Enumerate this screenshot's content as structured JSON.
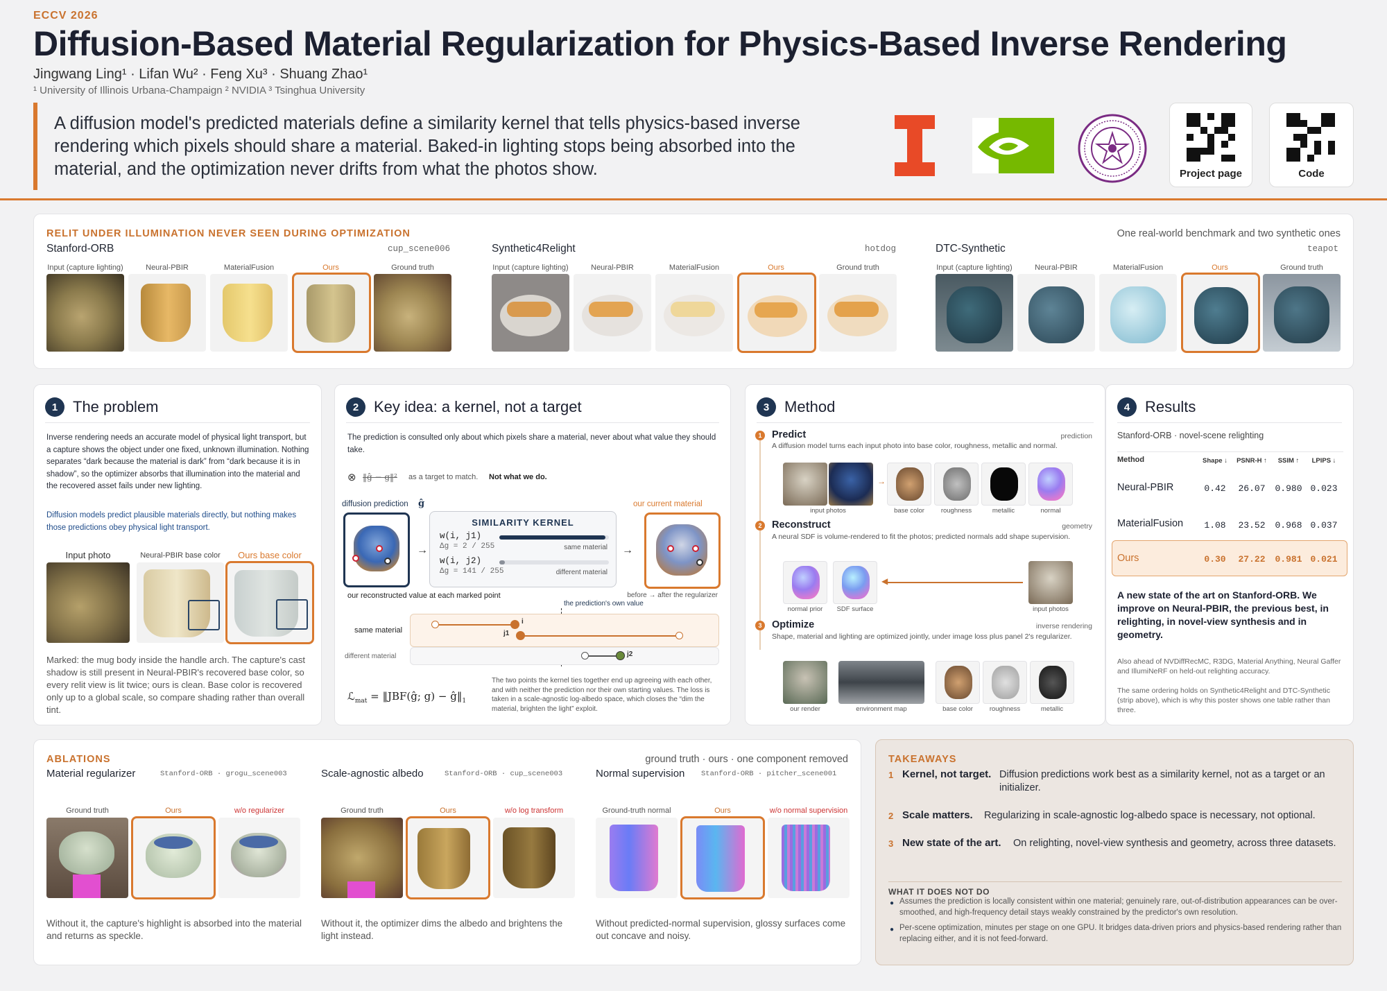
{
  "header": {
    "venue": "ECCV 2026",
    "title": "Diffusion-Based Material Regularization for Physics-Based Inverse Rendering",
    "authors": "Jingwang Ling¹ · Lifan Wu² · Feng Xu³ · Shuang Zhao¹",
    "affiliations": "¹ University of Illinois Urbana-Champaign   ² NVIDIA   ³ Tsinghua University",
    "summary": "A diffusion model's predicted materials define a similarity kernel that tells physics-based inverse rendering which pixels should share a material. Baked-in lighting stops being absorbed into the material, and the optimization never drifts from what the photos show.",
    "qr_project": "Project page",
    "qr_code": "Code",
    "colors": {
      "accent": "#d9792e",
      "navy": "#1f3552",
      "illinois": "#e84a27",
      "nvidia": "#76b900",
      "tsinghua": "#7a2b83"
    }
  },
  "strip": {
    "kicker": "RELIT UNDER ILLUMINATION NEVER SEEN DURING OPTIMIZATION",
    "note": "One real-world benchmark and two synthetic ones",
    "datasets": [
      {
        "name": "Stanford-ORB",
        "scene": "cup_scene006"
      },
      {
        "name": "Synthetic4Relight",
        "scene": "hotdog"
      },
      {
        "name": "DTC-Synthetic",
        "scene": "teapot"
      }
    ],
    "columns": [
      "Input (capture lighting)",
      "Neural-PBIR",
      "MaterialFusion",
      "Ours",
      "Ground truth"
    ]
  },
  "problem": {
    "num": "1",
    "title": "The problem",
    "p1": "Inverse rendering needs an accurate model of physical light transport, but a capture shows the object under one fixed, unknown illumination. Nothing separates “dark because the material is dark” from “dark because it is in shadow”, so the optimizer absorbs that illumination into the material and the recovered asset fails under new lighting.",
    "p2": "Diffusion models predict plausible materials directly, but nothing makes those predictions obey physical light transport.",
    "labels": [
      "Input photo",
      "Neural-PBIR base color",
      "Ours base color"
    ],
    "caption": "Marked: the mug body inside the handle arch. The capture's cast shadow is still present in Neural-PBIR's recovered base color, so every relit view is lit twice; ours is clean. Base color is recovered only up to a global scale, so compare shading rather than overall tint."
  },
  "keyidea": {
    "num": "2",
    "title": "Key idea: a kernel, not a target",
    "intro": "The prediction is consulted only about which pixels share a material, never about what value they should take.",
    "not_target": "as a target to match.",
    "not_what": "Not what we do.",
    "diffusion_label": "diffusion prediction",
    "current_label": "our current material",
    "kernel_title": "SIMILARITY KERNEL",
    "w1": "w(i, j1)",
    "dg1": "Δg = 2 / 255",
    "same": "same material",
    "w2": "w(i, j2)",
    "dg2": "Δg = 141 / 255",
    "different": "different material",
    "reconstructed": "our reconstructed value at each marked point",
    "before_after": "before → after the regularizer",
    "own_value": "the prediction's own value",
    "row_same": "same material",
    "row_diff": "different material",
    "pt_i": "i",
    "pt_j1": "j1",
    "pt_j2": "j2",
    "caption": "The two points the kernel ties together end up agreeing with each other, and with neither the prediction nor their own starting values. The loss is taken in a scale-agnostic log-albedo space, which closes the “dim the material, brighten the light” exploit.",
    "kernel_values": [
      0.97,
      0.05
    ]
  },
  "method": {
    "num": "3",
    "title": "Method",
    "steps": [
      {
        "n": "1",
        "name": "Predict",
        "tag": "prediction",
        "desc": "A diffusion model turns each input photo into base color, roughness, metallic and normal.",
        "labels": [
          "input photos",
          "base color",
          "roughness",
          "metallic",
          "normal"
        ]
      },
      {
        "n": "2",
        "name": "Reconstruct",
        "tag": "geometry",
        "desc": "A neural SDF is volume-rendered to fit the photos; predicted normals add shape supervision.",
        "labels": [
          "normal prior",
          "SDF surface",
          "input photos"
        ]
      },
      {
        "n": "3",
        "name": "Optimize",
        "tag": "inverse rendering",
        "desc": "Shape, material and lighting are optimized jointly, under image loss plus panel 2's regularizer.",
        "labels": [
          "our render",
          "environment map",
          "base color",
          "roughness",
          "metallic"
        ]
      }
    ]
  },
  "results": {
    "num": "4",
    "title": "Results",
    "subtitle": "Stanford-ORB · novel-scene relighting",
    "headers": [
      "Method",
      "Shape ↓",
      "PSNR-H ↑",
      "SSIM ↑",
      "LPIPS ↓"
    ],
    "rows": [
      {
        "method": "Neural-PBIR",
        "shape": "0.42",
        "psnr": "26.07",
        "ssim": "0.980",
        "lpips": "0.023"
      },
      {
        "method": "MaterialFusion",
        "shape": "1.08",
        "psnr": "23.52",
        "ssim": "0.968",
        "lpips": "0.037"
      },
      {
        "method": "Ours",
        "shape": "0.30",
        "psnr": "27.22",
        "ssim": "0.981",
        "lpips": "0.021"
      }
    ],
    "claim": "A new state of the art on Stanford-ORB. We improve on Neural-PBIR, the previous best, in relighting, in novel-view synthesis and in geometry.",
    "note1": "Also ahead of NVDiffRecMC, R3DG, Material Anything, Neural Gaffer and IllumiNeRF on held-out relighting accuracy.",
    "note2": "The same ordering holds on Synthetic4Relight and DTC-Synthetic (strip above), which is why this poster shows one table rather than three."
  },
  "ablations": {
    "kicker": "ABLATIONS",
    "note": "ground truth · ours · one component removed",
    "items": [
      {
        "title": "Material regularizer",
        "scene": "Stanford-ORB · grogu_scene003",
        "labels": [
          "Ground truth",
          "Ours",
          "w/o regularizer"
        ],
        "caption": "Without it, the capture's highlight is absorbed into the material and returns as speckle."
      },
      {
        "title": "Scale-agnostic albedo",
        "scene": "Stanford-ORB · cup_scene003",
        "labels": [
          "Ground truth",
          "Ours",
          "w/o log transform"
        ],
        "caption": "Without it, the optimizer dims the albedo and brightens the light instead."
      },
      {
        "title": "Normal supervision",
        "scene": "Stanford-ORB · pitcher_scene001",
        "labels": [
          "Ground-truth normal",
          "Ours",
          "w/o normal supervision"
        ],
        "caption": "Without predicted-normal supervision, glossy surfaces come out concave and noisy."
      }
    ]
  },
  "takeaways": {
    "kicker": "TAKEAWAYS",
    "items": [
      {
        "n": "1",
        "head": "Kernel, not target.",
        "body": "Diffusion predictions work best as a similarity kernel, not as a target or an initializer."
      },
      {
        "n": "2",
        "head": "Scale matters.",
        "body": "Regularizing in scale-agnostic log-albedo space is necessary, not optional."
      },
      {
        "n": "3",
        "head": "New state of the art.",
        "body": "On relighting, novel-view synthesis and geometry, across three datasets."
      }
    ],
    "limits_title": "WHAT IT DOES NOT DO",
    "limits": [
      "Assumes the prediction is locally consistent within one material; genuinely rare, out-of-distribution appearances can be over-smoothed, and high-frequency detail stays weakly constrained by the predictor's own resolution.",
      "Per-scene optimization, minutes per stage on one GPU. It bridges data-driven priors and physics-based rendering rather than replacing either, and it is not feed-forward."
    ]
  }
}
